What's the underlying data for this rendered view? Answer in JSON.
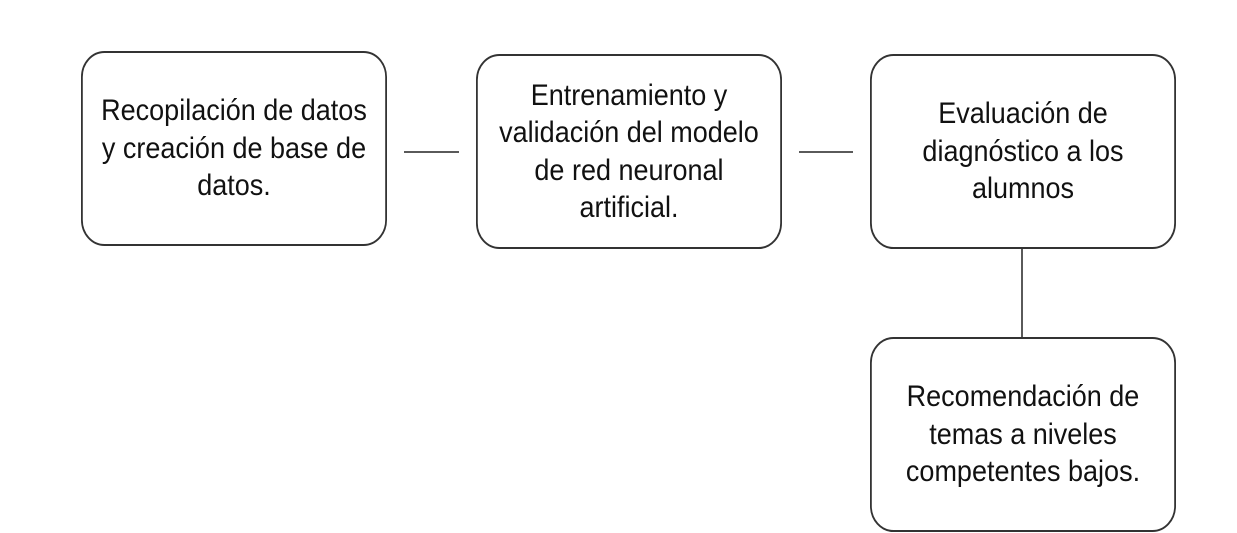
{
  "diagram": {
    "nodes": [
      {
        "id": "data-collection",
        "text": "Recopilación de datos y creación de base de datos."
      },
      {
        "id": "training-validation",
        "text": "Entrenamiento y validación del modelo de red neuronal artificial."
      },
      {
        "id": "diagnostic-evaluation",
        "text": "Evaluación de diagnóstico a los alumnos"
      },
      {
        "id": "topic-recommendation",
        "text": "Recomendación de temas a niveles competentes bajos."
      }
    ],
    "edges": [
      {
        "from": "data-collection",
        "to": "training-validation"
      },
      {
        "from": "training-validation",
        "to": "diagnostic-evaluation"
      },
      {
        "from": "diagnostic-evaluation",
        "to": "topic-recommendation"
      }
    ],
    "colors": {
      "background": "#ffffff",
      "node_border": "#333333",
      "connector": "#5a5a5a",
      "text": "#111111"
    }
  }
}
